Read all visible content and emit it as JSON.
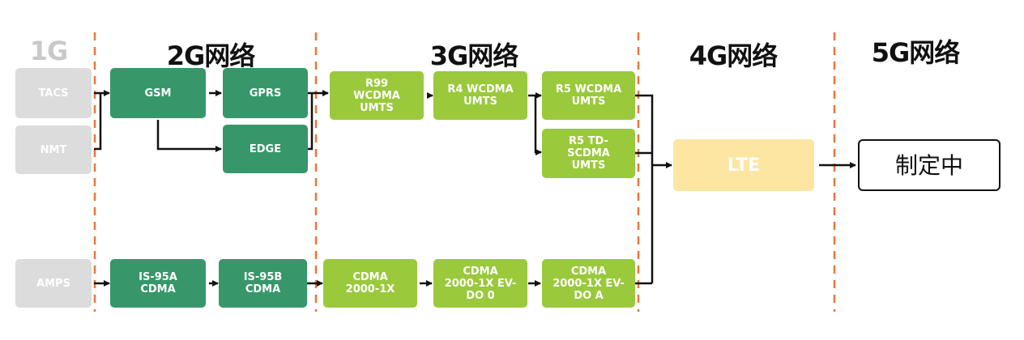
{
  "title": "Mobile network evolution 1G to 5G",
  "colors": {
    "gen1": "#dcdcdc",
    "gen2": "#37976a",
    "gen3": "#9ac93c",
    "gen4": "#fde6a2",
    "divider": "#e8773a",
    "arrow": "#111111"
  },
  "headers": [
    {
      "id": "g1",
      "label": "1G"
    },
    {
      "id": "g2",
      "label": "2G网络"
    },
    {
      "id": "g3",
      "label": "3G网络"
    },
    {
      "id": "g4",
      "label": "4G网络"
    },
    {
      "id": "g5",
      "label": "5G网络"
    }
  ],
  "nodes": {
    "tacs": "TACS",
    "nmt": "NMT",
    "amps": "AMPS",
    "gsm": "GSM",
    "gprs": "GPRS",
    "edge": "EDGE",
    "is95a": "IS-95A\nCDMA",
    "is95b": "IS-95B\nCDMA",
    "r99": "R99\nWCDMA\nUMTS",
    "r4": "R4 WCDMA\nUMTS",
    "r5w": "R5 WCDMA\nUMTS",
    "r5td": "R5 TD-\nSCDMA\nUMTS",
    "cdma1x": "CDMA\n2000-1X",
    "evdo0": "CDMA\n2000-1X EV-\nDO 0",
    "evdoa": "CDMA\n2000-1X EV-\nDO A",
    "lte": "LTE",
    "g5": "制定中"
  },
  "edges": [
    [
      "tacs",
      "gsm"
    ],
    [
      "nmt",
      "gsm"
    ],
    [
      "gsm",
      "gprs"
    ],
    [
      "gsm",
      "edge"
    ],
    [
      "gprs",
      "r99"
    ],
    [
      "edge",
      "r99"
    ],
    [
      "r99",
      "r4"
    ],
    [
      "r4",
      "r5w"
    ],
    [
      "r4",
      "r5td"
    ],
    [
      "amps",
      "is95a"
    ],
    [
      "is95a",
      "is95b"
    ],
    [
      "is95b",
      "cdma1x"
    ],
    [
      "cdma1x",
      "evdo0"
    ],
    [
      "evdo0",
      "evdoa"
    ],
    [
      "r5w",
      "lte"
    ],
    [
      "r5td",
      "lte"
    ],
    [
      "evdoa",
      "lte"
    ],
    [
      "lte",
      "g5"
    ]
  ]
}
